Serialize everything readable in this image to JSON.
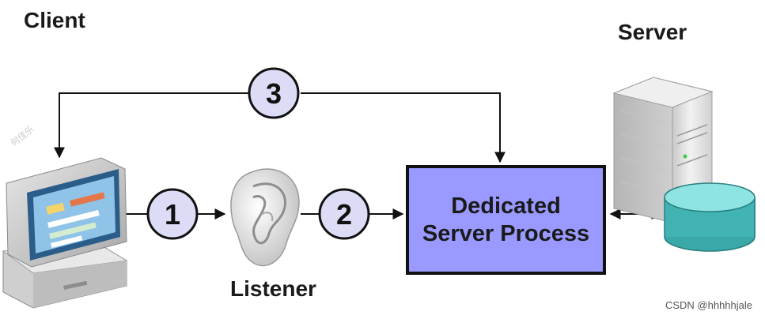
{
  "labels": {
    "client": "Client",
    "server": "Server",
    "listener": "Listener"
  },
  "process_box": {
    "line1": "Dedicated",
    "line2": "Server Process"
  },
  "steps": {
    "step1": "1",
    "step2": "2",
    "step3": "3"
  },
  "watermarks": {
    "top_left": "何佳乐",
    "bottom_right": "CSDN @hhhhhjale"
  },
  "colors": {
    "process_fill": "#9999ff",
    "step_circle_fill": "#dcdcf6",
    "database_fill": "#40b0b0"
  },
  "icons": [
    "client-computer-icon",
    "listener-ear-icon",
    "server-tower-icon",
    "database-icon"
  ]
}
